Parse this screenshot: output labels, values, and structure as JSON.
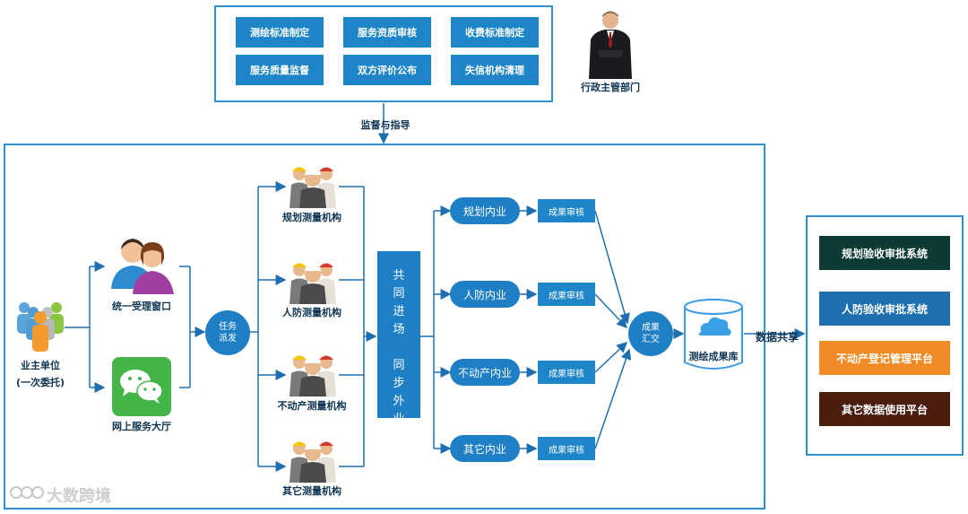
{
  "admin": {
    "buttons": [
      "测绘标准制定",
      "服务资质审核",
      "收费标准制定",
      "服务质量监督",
      "双方评价公布",
      "失信机构清理"
    ],
    "label": "行政主管部门"
  },
  "supervise_label": "监督与指导",
  "owner": {
    "label": "业主单位",
    "sub": "(一次委托)"
  },
  "channels": {
    "window": "统一受理窗口",
    "online": "网上服务大厅"
  },
  "dispatch": [
    "任务",
    "派发"
  ],
  "institutions": [
    "规划测量机构",
    "人防测量机构",
    "不动产测量机构",
    "其它测量机构"
  ],
  "sync_chars": [
    "共",
    "同",
    "进",
    "场",
    "",
    "同",
    "步",
    "外",
    "业"
  ],
  "internal": [
    "规划内业",
    "人防内业",
    "不动产内业",
    "其它内业"
  ],
  "review": [
    "成果审核",
    "成果审核",
    "成果审核",
    "成果审核"
  ],
  "summary": [
    "成果",
    "汇交"
  ],
  "database": "测绘成果库",
  "share_label": "数据共享",
  "systems": [
    {
      "label": "规划验收审批系统",
      "color": "#0d3b33"
    },
    {
      "label": "人防验收审批系统",
      "color": "#1d6fb0"
    },
    {
      "label": "不动产登记管理平台",
      "color": "#f08a24"
    },
    {
      "label": "其它数据使用平台",
      "color": "#4a1d0e"
    }
  ],
  "watermark": "大数跨境"
}
